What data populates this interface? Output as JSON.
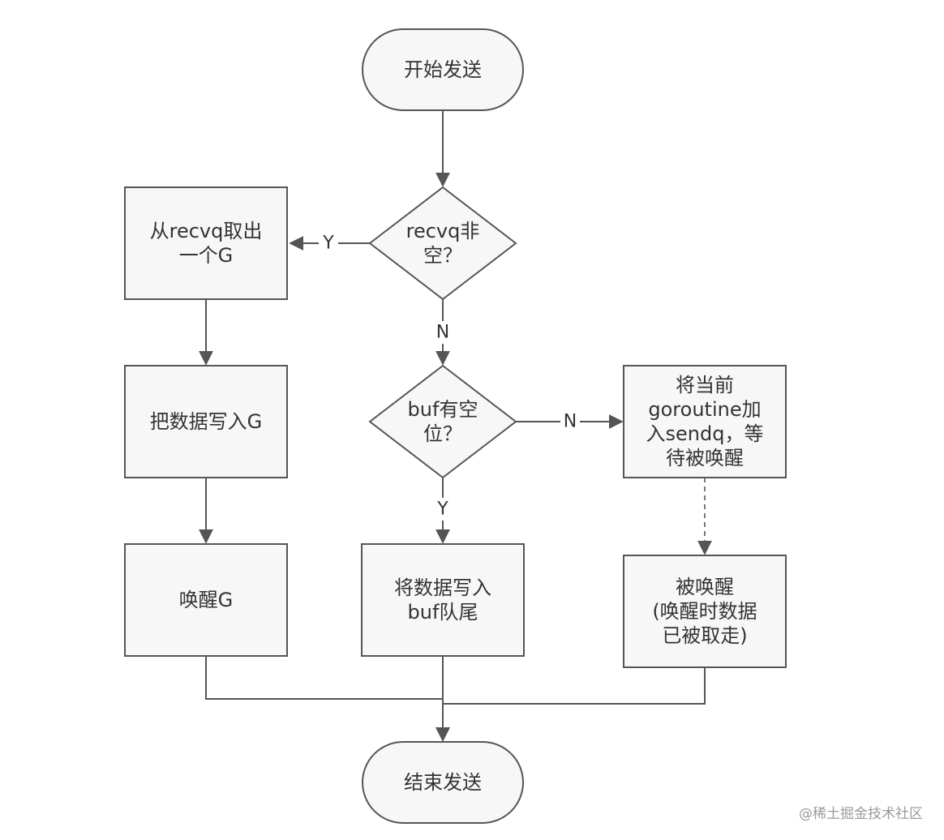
{
  "colors": {
    "node_fill": "#f7f7f7",
    "stroke": "#555555",
    "text": "#333333",
    "watermark": "#9a9a9a"
  },
  "nodes": {
    "start": {
      "shape": "terminal",
      "lines": [
        "开始发送"
      ]
    },
    "recvq_check": {
      "shape": "decision",
      "lines": [
        "recvq非",
        "空？"
      ]
    },
    "take_g": {
      "shape": "process",
      "lines": [
        "从recvq取出",
        "一个G"
      ]
    },
    "write_g": {
      "shape": "process",
      "lines": [
        "把数据写入G"
      ]
    },
    "wake_g": {
      "shape": "process",
      "lines": [
        "唤醒G"
      ]
    },
    "buf_check": {
      "shape": "decision",
      "lines": [
        "buf有空",
        "位？"
      ]
    },
    "write_buf": {
      "shape": "process",
      "lines": [
        "将数据写入",
        "buf队尾"
      ]
    },
    "enqueue_sendq": {
      "shape": "process",
      "lines": [
        "将当前",
        "goroutine加",
        "入sendq，等",
        "待被唤醒"
      ]
    },
    "woken": {
      "shape": "process",
      "lines": [
        "被唤醒",
        "(唤醒时数据",
        "已被取走)"
      ]
    },
    "end": {
      "shape": "terminal",
      "lines": [
        "结束发送"
      ]
    }
  },
  "edges": [
    {
      "from": "start",
      "to": "recvq_check",
      "label": ""
    },
    {
      "from": "recvq_check",
      "to": "take_g",
      "label": "Y"
    },
    {
      "from": "recvq_check",
      "to": "buf_check",
      "label": "N"
    },
    {
      "from": "take_g",
      "to": "write_g",
      "label": ""
    },
    {
      "from": "write_g",
      "to": "wake_g",
      "label": ""
    },
    {
      "from": "buf_check",
      "to": "enqueue_sendq",
      "label": "N"
    },
    {
      "from": "buf_check",
      "to": "write_buf",
      "label": "Y"
    },
    {
      "from": "enqueue_sendq",
      "to": "woken",
      "label": "",
      "style": "dashed"
    },
    {
      "from": "wake_g",
      "to": "end",
      "label": ""
    },
    {
      "from": "write_buf",
      "to": "end",
      "label": ""
    },
    {
      "from": "woken",
      "to": "end",
      "label": ""
    }
  ],
  "watermark": "@稀土掘金技术社区"
}
